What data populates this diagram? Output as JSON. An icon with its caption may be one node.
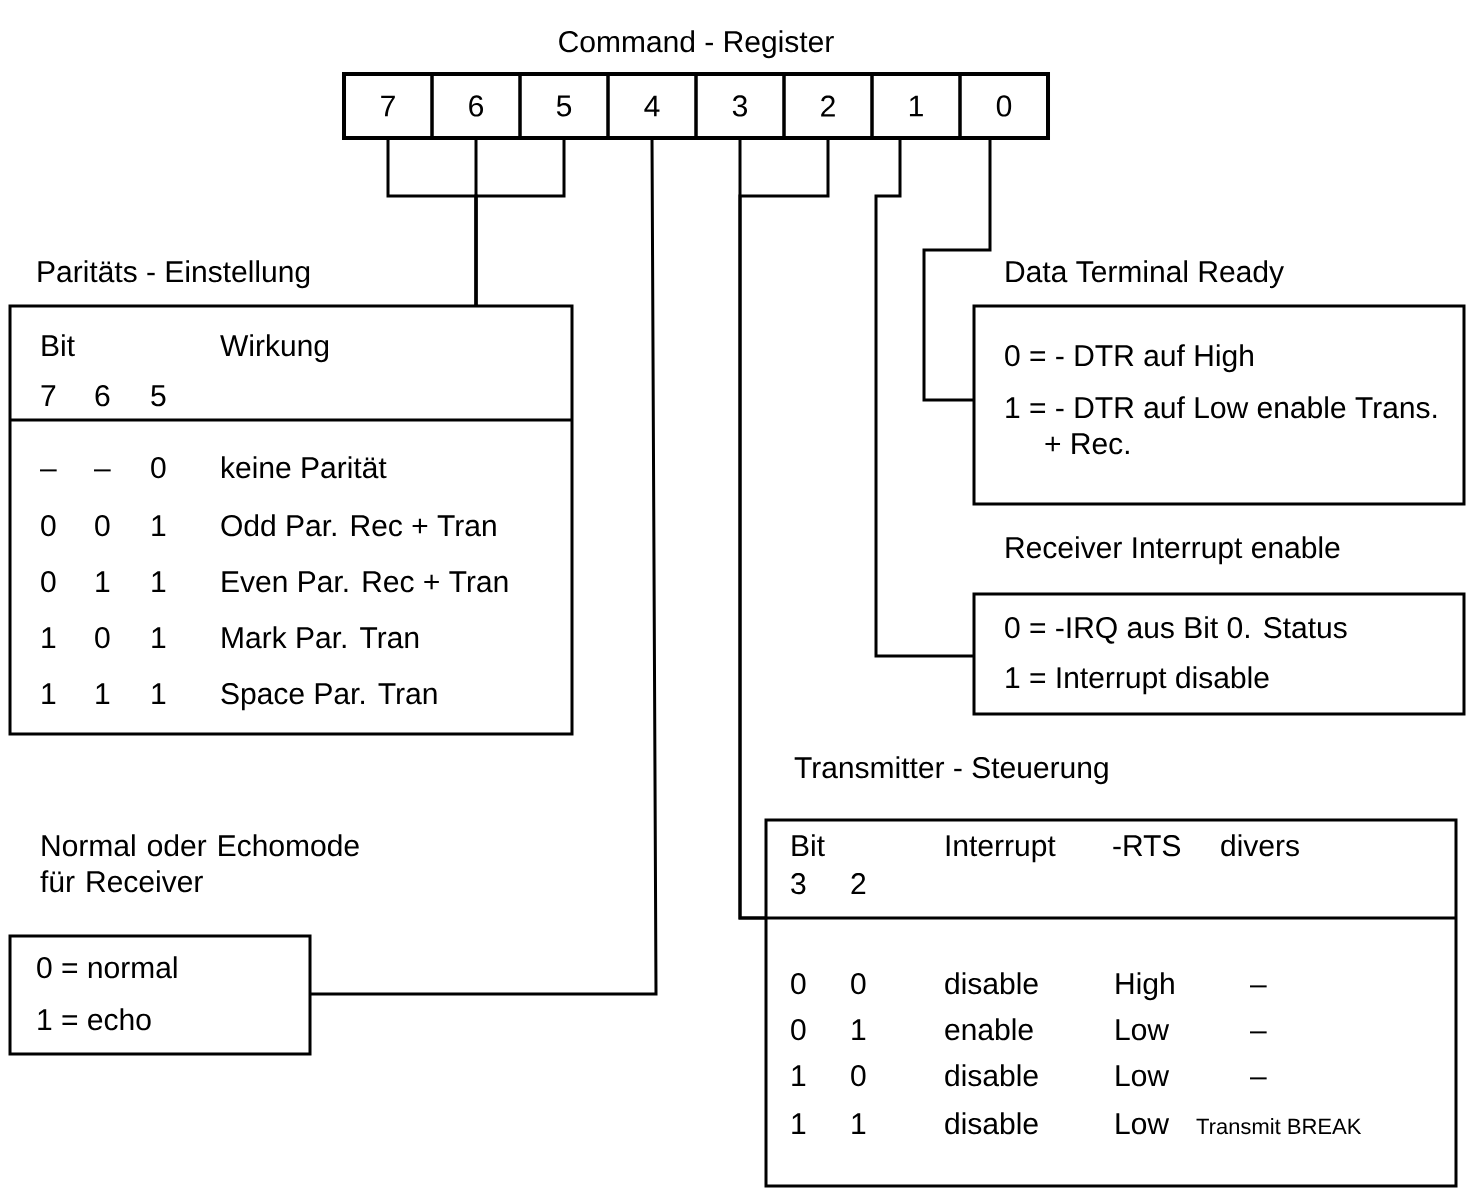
{
  "diagram": {
    "nodes": [
      {
        "text": [
          "Command - Register"
        ]
      },
      {
        "text": [
          "7"
        ],
        "in": 0
      },
      {
        "text": [
          "6"
        ],
        "in": 0
      },
      {
        "text": [
          "5"
        ],
        "in": 0
      },
      {
        "text": [
          "4"
        ],
        "in": 0
      },
      {
        "text": [
          "3"
        ],
        "in": 0
      },
      {
        "text": [
          "2"
        ],
        "in": 0
      },
      {
        "text": [
          "1"
        ],
        "in": 0
      },
      {
        "text": [
          "0"
        ],
        "in": 0
      },
      {
        "text": [
          "Paritäts - Einstellung",
          "Bit",
          "Wirkung",
          "7",
          "6",
          "5",
          "–",
          "–",
          "0",
          "keine Parität",
          "0",
          "0",
          "1",
          "Odd Par. Rec + Tran",
          "0",
          "1",
          "1",
          "Even Par. Rec + Tran",
          "1",
          "0",
          "1",
          "Mark Par. Tran",
          "1",
          "1",
          "1",
          "Space Par. Tran"
        ]
      },
      {
        "text": [
          "Data Terminal Ready",
          "0 = - DTR auf High",
          "1 = - DTR auf Low enable Trans. + Rec."
        ]
      },
      {
        "text": [
          "Receiver Interrupt enable",
          "0 = -IRQ aus Bit 0. Status",
          "1 = Interrupt disable"
        ]
      },
      {
        "text": [
          "Normal oder Echomode für Receiver",
          "0 = normal",
          "1 = echo"
        ]
      },
      {
        "text": [
          "Transmitter - Steuerung",
          "Bit",
          "Interrupt",
          "-RTS",
          "divers",
          "3",
          "2",
          "0",
          "0",
          "disable",
          "High",
          "–",
          "0",
          "1",
          "enable",
          "Low",
          "–",
          "1",
          "0",
          "disable",
          "Low",
          "–",
          "1",
          "1",
          "disable",
          "Low",
          "Transmit BREAK"
        ]
      }
    ],
    "edges": [
      {
        "from": 1,
        "to": 9,
        "arrow": "none"
      },
      {
        "from": 2,
        "to": 9,
        "arrow": "none"
      },
      {
        "from": 3,
        "to": 9,
        "arrow": "none"
      },
      {
        "from": 4,
        "to": 12,
        "arrow": "none"
      },
      {
        "from": 5,
        "to": 13,
        "arrow": "none"
      },
      {
        "from": 6,
        "to": 13,
        "arrow": "none"
      },
      {
        "from": 7,
        "to": 11,
        "arrow": "none"
      },
      {
        "from": 8,
        "to": 10,
        "arrow": "none"
      }
    ]
  }
}
